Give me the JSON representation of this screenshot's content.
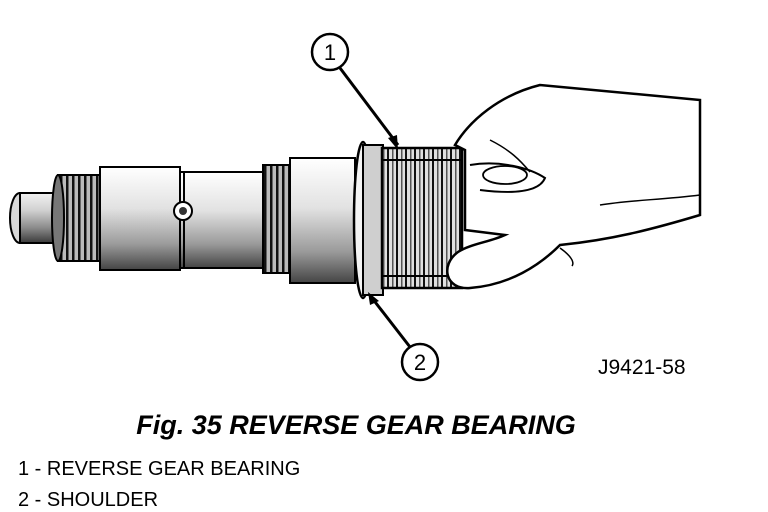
{
  "figure": {
    "callouts": [
      "1",
      "2"
    ],
    "code": "J9421-58"
  },
  "caption": "Fig. 35 REVERSE GEAR BEARING",
  "legend": [
    "1 - REVERSE GEAR BEARING",
    "2 - SHOULDER"
  ]
}
